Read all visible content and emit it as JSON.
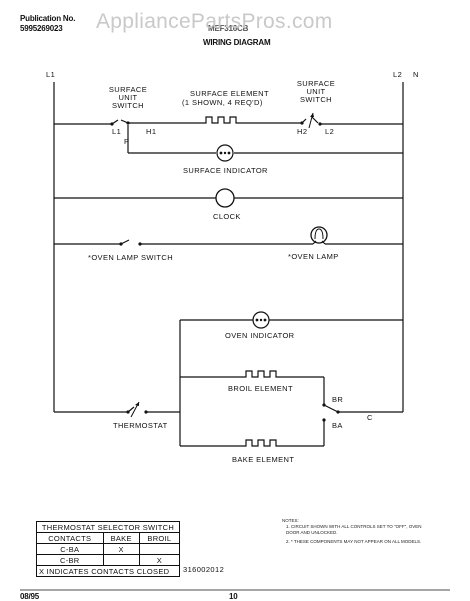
{
  "header": {
    "publication_label": "Publication No.",
    "publication_number": "5995269023",
    "model": "MEF316CB",
    "title": "WIRING DIAGRAM",
    "watermark": "AppliancePartsPros.com"
  },
  "lines": {
    "l1": "L1",
    "l2": "L2",
    "n": "N"
  },
  "components": {
    "surface_unit_switch_left": "SURFACE\nUNIT\nSWITCH",
    "surface_element": "SURFACE ELEMENT",
    "surface_element_note": "(1 SHOWN, 4 REQ'D)",
    "surface_unit_switch_right": "SURFACE\nUNIT\nSWITCH",
    "term_l1": "L1",
    "term_h1": "H1",
    "term_p": "P",
    "term_h2": "H2",
    "term_l2": "L2",
    "surface_indicator": "SURFACE INDICATOR",
    "clock": "CLOCK",
    "oven_lamp_switch": "*OVEN LAMP SWITCH",
    "oven_lamp": "*OVEN LAMP",
    "oven_indicator": "OVEN INDICATOR",
    "broil_element": "BROIL ELEMENT",
    "thermostat": "THERMOSTAT",
    "br": "BR",
    "ba": "BA",
    "c": "C",
    "bake_element": "BAKE ELEMENT"
  },
  "selector_table": {
    "title": "THERMOSTAT SELECTOR SWITCH",
    "headers": [
      "CONTACTS",
      "BAKE",
      "BROIL"
    ],
    "rows": [
      [
        "C-BA",
        "X",
        ""
      ],
      [
        "C-BR",
        "",
        "X"
      ]
    ],
    "footer": "X INDICATES CONTACTS CLOSED"
  },
  "notes": {
    "title": "NOTES:",
    "note1": "1. CIRCUIT SHOWN WITH ALL CONTROLS SET TO \"OFF\", OVEN DOOR AND UNLOCKED.",
    "note2": "2. * THESE COMPONENTS MAY NOT APPEAR ON ALL MODELS."
  },
  "footer": {
    "part_number": "316002012",
    "date": "08/95",
    "page": "10"
  }
}
